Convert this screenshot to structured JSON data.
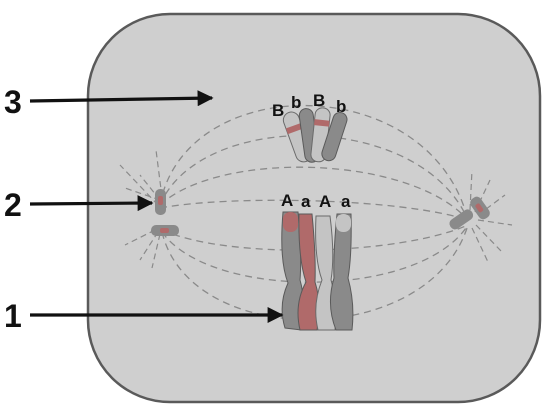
{
  "diagram": {
    "callouts": [
      {
        "number": "3",
        "target": "spindle fiber"
      },
      {
        "number": "2",
        "target": "centriole"
      },
      {
        "number": "1",
        "target": "chromosome"
      }
    ],
    "allele_labels_top": [
      "B",
      "b",
      "B",
      "b"
    ],
    "allele_labels_middle": [
      "A",
      "a",
      "A",
      "a"
    ],
    "colors": {
      "cell_fill": "#cfcfcf",
      "cell_border": "#5a5a5a",
      "spindle": "#8a8a8a",
      "chromatid_dark": "#8a8a8a",
      "chromatid_light": "#c4c4c4",
      "chromatid_red": "#b06a6a"
    }
  }
}
